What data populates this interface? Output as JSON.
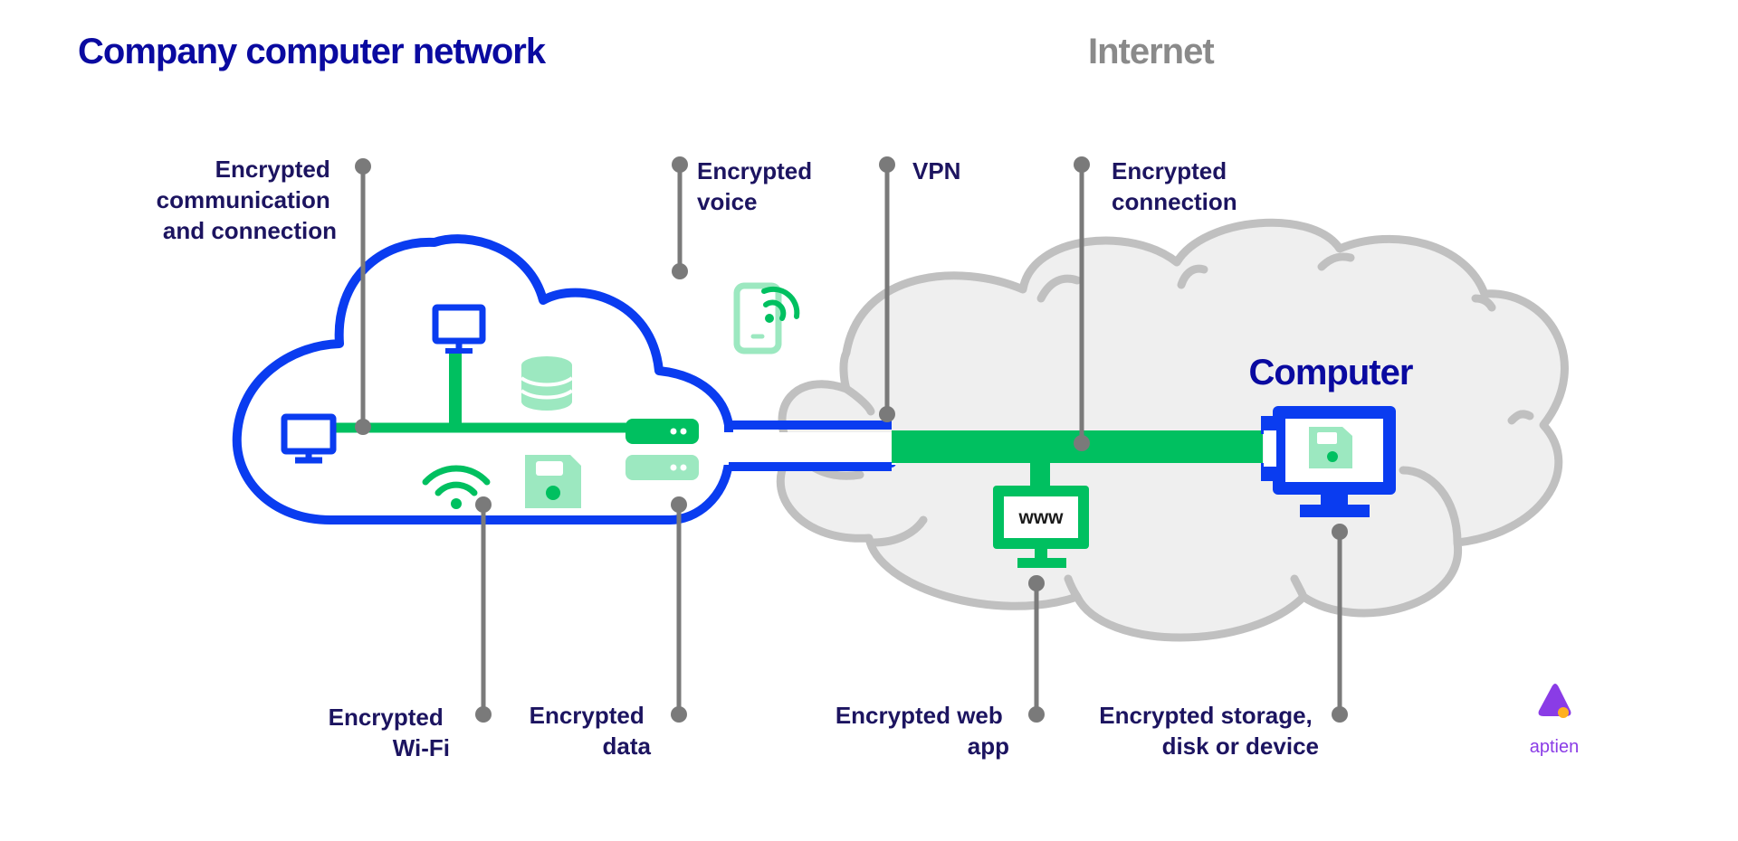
{
  "titles": {
    "company_network": "Company computer network",
    "internet": "Internet"
  },
  "labels": {
    "comm": [
      "Encrypted",
      "communication",
      "and connection"
    ],
    "voice": [
      "Encrypted",
      "voice"
    ],
    "vpn": [
      "VPN"
    ],
    "connection": [
      "Encrypted",
      "connection"
    ],
    "wifi": [
      "Encrypted",
      "Wi-Fi"
    ],
    "data": [
      "Encrypted",
      "data"
    ],
    "webapp": [
      "Encrypted web",
      "app"
    ],
    "storage": [
      "Encrypted storage,",
      "disk or device"
    ]
  },
  "computer_label": "Computer",
  "www_text": "www",
  "logo_text": "aptien",
  "colors": {
    "navy": "#0a0aa0",
    "dark_text": "#1c1460",
    "gray_title": "#8a8a8a",
    "blue": "#0a3cf0",
    "green": "#00c060",
    "light_green": "#9ce8c0",
    "cloud_fill": "#efefef",
    "cloud_stroke": "#c0c0c0",
    "pin": "#7a7a7a",
    "logo_purple": "#8a3ce6",
    "logo_orange": "#ffb020"
  },
  "icons": [
    "desktop-monitor-icon",
    "database-icon",
    "wifi-icon",
    "floppy-disk-icon",
    "server-icon",
    "mobile-phone-icon",
    "web-monitor-icon",
    "computer-monitor-icon",
    "aptien-logo-icon"
  ]
}
